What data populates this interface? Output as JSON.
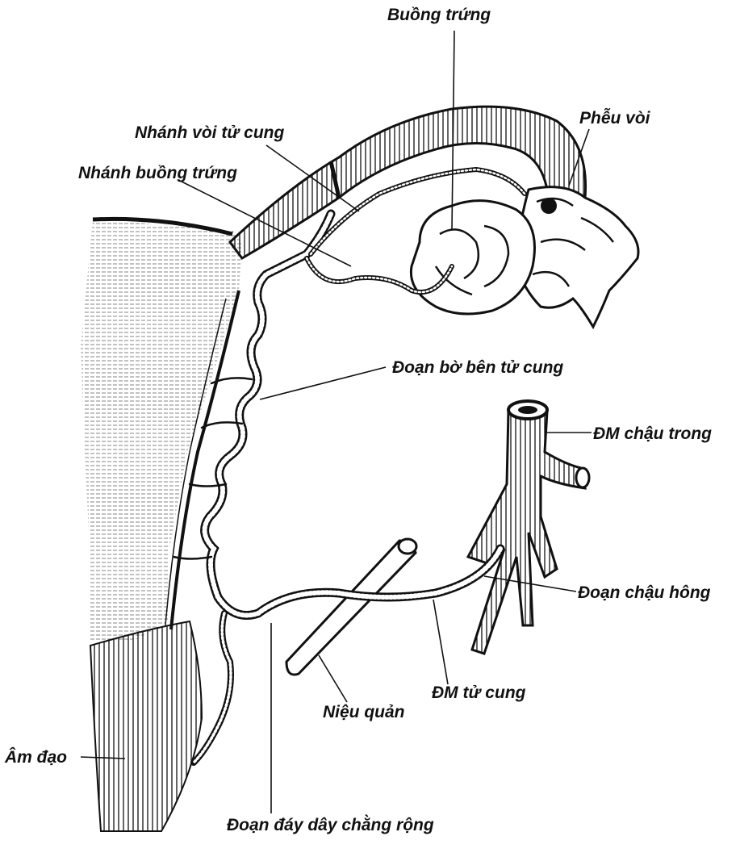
{
  "labels": {
    "ovary": "Buồng trứng",
    "fimbriae": "Phễu vòi",
    "tubal_branch": "Nhánh vòi tử cung",
    "ovarian_branch": "Nhánh buồng trứng",
    "lateral_uterine_segment": "Đoạn bờ bên tử cung",
    "internal_iliac_artery": "ĐM chậu trong",
    "pelvic_wall_segment": "Đoạn chậu hông",
    "uterine_artery": "ĐM tử cung",
    "ureter": "Niệu quản",
    "vagina": "Âm đạo",
    "broad_ligament_base_segment": "Đoạn đáy dây chằng rộng"
  },
  "colors": {
    "ink": "#111111",
    "paper": "#ffffff"
  }
}
